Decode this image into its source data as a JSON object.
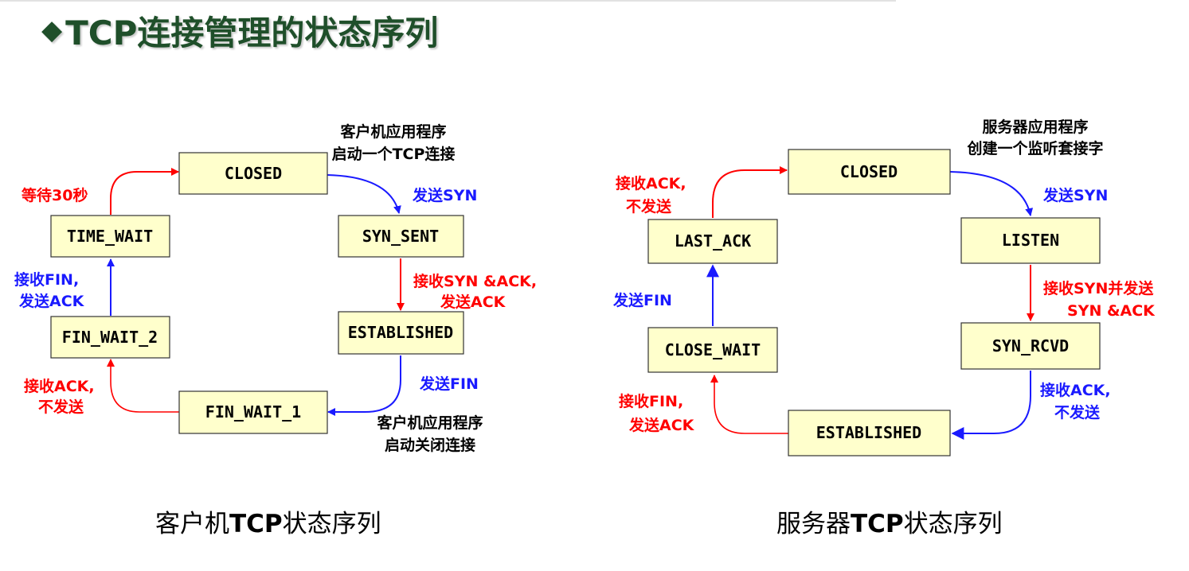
{
  "title": "TCP连接管理的状态序列",
  "title_bullet": "◆",
  "colors": {
    "title": "#1f4f2a",
    "state_fill": "#ffffcc",
    "red": "#ff0000",
    "blue": "#1a1aff"
  },
  "client": {
    "states": {
      "closed": "CLOSED",
      "syn_sent": "SYN_SENT",
      "established": "ESTABLISHED",
      "fin_wait_1": "FIN_WAIT_1",
      "fin_wait_2": "FIN_WAIT_2",
      "time_wait": "TIME_WAIT"
    },
    "notes": {
      "start": [
        "客户机应用程序",
        "启动一个TCP连接"
      ],
      "send_syn": "发送SYN",
      "recv_synack": [
        "接收SYN &ACK,",
        "发送ACK"
      ],
      "send_fin": "发送FIN",
      "close": [
        "客户机应用程序",
        "启动关闭连接"
      ],
      "recv_ack": [
        "接收ACK,",
        "不发送"
      ],
      "recv_fin": [
        "接收FIN,",
        "发送ACK"
      ],
      "wait": "等待30秒"
    },
    "caption_pre": "客户机",
    "caption_tcp": "TCP",
    "caption_post": "状态序列"
  },
  "server": {
    "states": {
      "closed": "CLOSED",
      "listen": "LISTEN",
      "syn_rcvd": "SYN_RCVD",
      "established": "ESTABLISHED",
      "close_wait": "CLOSE_WAIT",
      "last_ack": "LAST_ACK"
    },
    "notes": {
      "start": [
        "服务器应用程序",
        "创建一个监听套接字"
      ],
      "send_syn": "发送SYN",
      "recv_syn": [
        "接收SYN并发送",
        "SYN &ACK"
      ],
      "recv_ack": [
        "接收ACK,",
        "不发送"
      ],
      "recv_fin": [
        "接收FIN,",
        "发送ACK"
      ],
      "send_fin": "发送FIN",
      "recv_ack2": [
        "接收ACK,",
        "不发送"
      ]
    },
    "caption_pre": "服务器",
    "caption_tcp": "TCP",
    "caption_post": "状态序列"
  }
}
